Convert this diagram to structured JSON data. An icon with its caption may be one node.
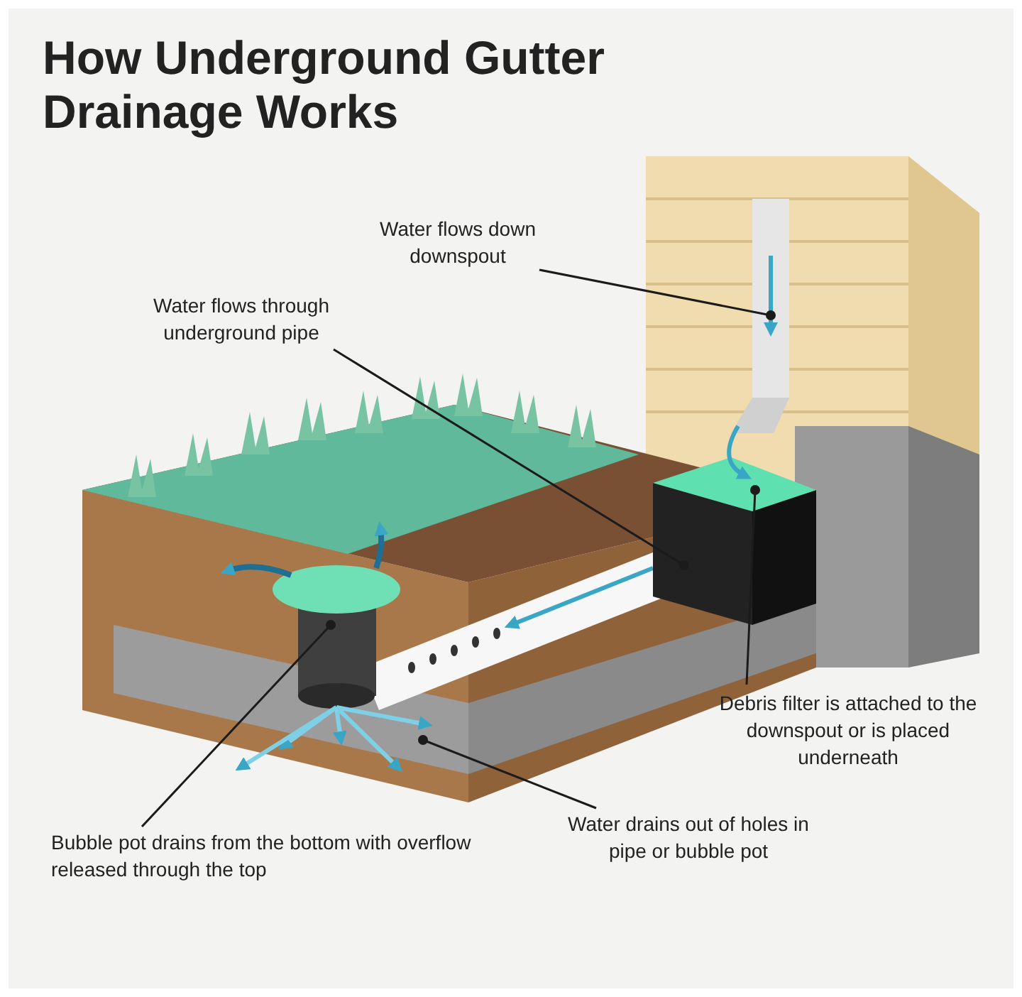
{
  "diagram": {
    "title": "How Underground Gutter Drainage Works",
    "nodes": [
      {
        "text": [
          "Water flows down downspout"
        ]
      },
      {
        "text": [
          "Water flows through underground pipe"
        ]
      },
      {
        "text": [
          "Debris filter is attached to the downspout or is placed underneath"
        ]
      },
      {
        "text": [
          "Water drains out of holes in pipe or bubble pot"
        ]
      },
      {
        "text": [
          "Bubble pot drains from the bottom with overflow released through the top"
        ]
      }
    ],
    "edges": [
      {
        "from": 0,
        "to": null,
        "arrow": "other"
      },
      {
        "from": 1,
        "to": null,
        "arrow": "other"
      },
      {
        "from": 2,
        "to": null,
        "arrow": "other"
      },
      {
        "from": 3,
        "to": null,
        "arrow": "other"
      },
      {
        "from": 4,
        "to": null,
        "arrow": "other"
      }
    ]
  }
}
